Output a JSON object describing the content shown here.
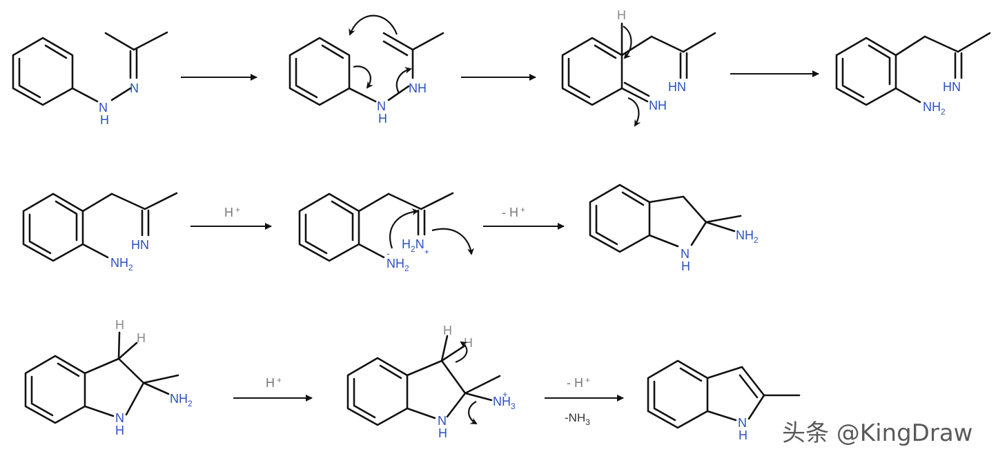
{
  "labels": {
    "N": "N",
    "H": "H",
    "NH": "NH",
    "HN": "HN",
    "NH2_N": "NH",
    "NH3_N": "NH",
    "H2N_H": "H",
    "H2N_N": "N",
    "sub2": "2",
    "sub3": "3",
    "plus": "+",
    "minus": "-"
  },
  "conditions": {
    "acid": "H",
    "deprotonate": "- H",
    "plus_sup": "+",
    "minus_nh3": "-NH"
  },
  "colors": {
    "bond": "#111111",
    "heteroatom": "#2b4fc7",
    "hydrogen": "#888888",
    "condition": "#777777"
  },
  "watermark": "头条 @KingDraw"
}
